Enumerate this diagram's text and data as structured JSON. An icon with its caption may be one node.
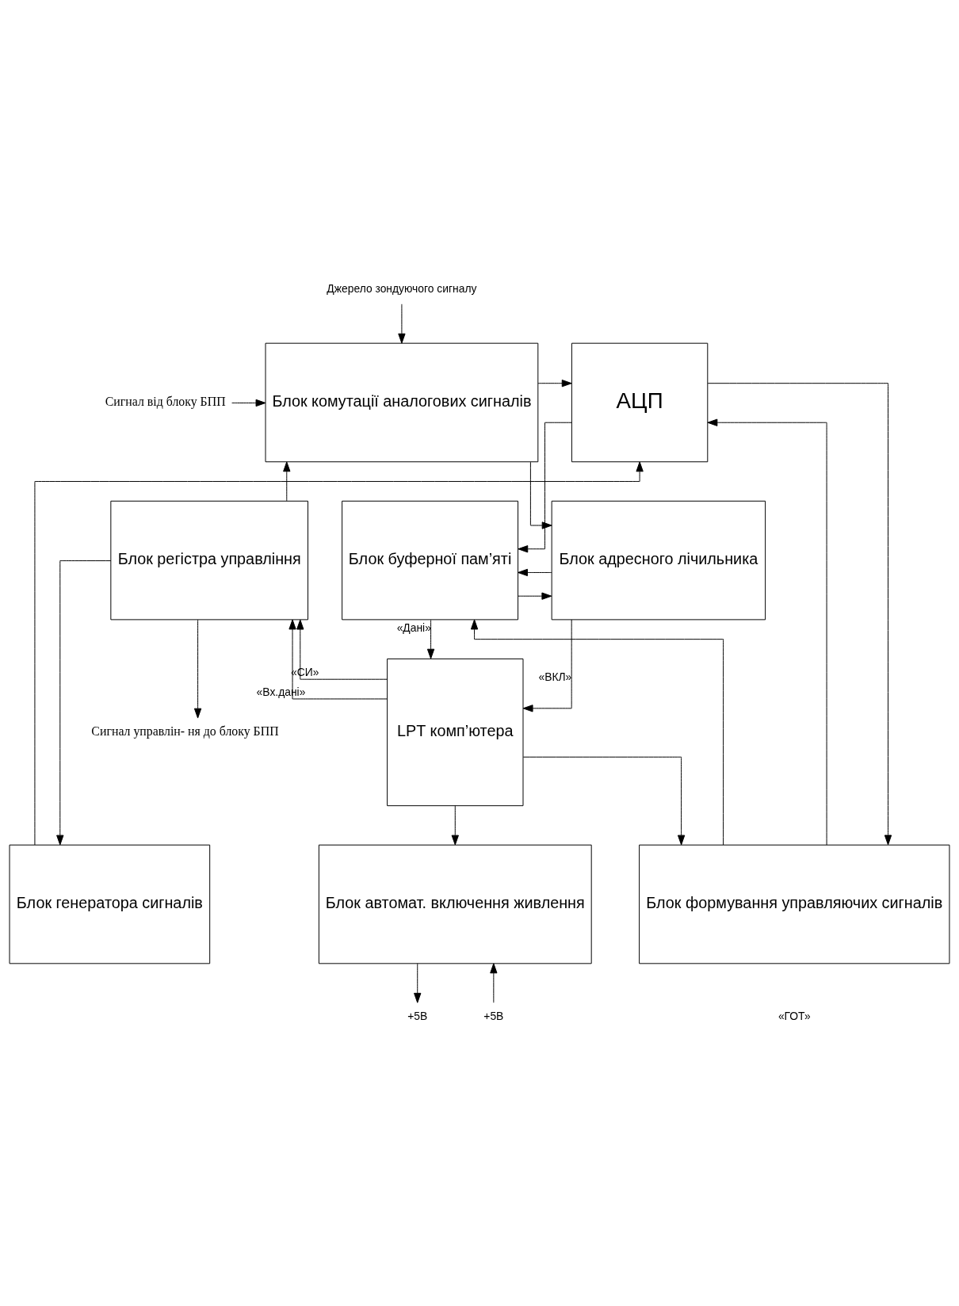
{
  "diagram": {
    "nodes": [
      {
        "text": [
          "Блок комутації аналогових сигналів"
        ]
      },
      {
        "text": [
          "АЦП"
        ]
      },
      {
        "text": [
          "Блок регістра управління"
        ]
      },
      {
        "text": [
          "Блок адресного лічильника"
        ]
      },
      {
        "text": [
          "Блок буферної пам’яті"
        ]
      },
      {
        "text": [
          "Блок генератора сигналів"
        ]
      },
      {
        "text": [
          "Блок формування управляючих сигналів"
        ]
      },
      {
        "text": [
          "Блок автомат. включення живлення"
        ]
      },
      {
        "text": [
          "LPT комп’ютера"
        ]
      },
      {
        "text": [
          "Джерело зондуючого сигналу"
        ]
      },
      {
        "text": [
          "Сигнал від блоку БПП"
        ]
      },
      {
        "text": [
          "Сигнал управлін- ня до блоку БПП"
        ]
      },
      {
        "text": [
          "+5В"
        ]
      },
      {
        "text": [
          "+5В"
        ]
      }
    ],
    "edges": [
      {
        "from": 9,
        "to": 0,
        "arrow": "to"
      },
      {
        "from": 10,
        "to": 0,
        "arrow": "to"
      },
      {
        "from": 0,
        "to": 1,
        "arrow": "to"
      },
      {
        "from": 2,
        "to": 11,
        "arrow": "to"
      },
      {
        "from": 2,
        "to": 0,
        "arrow": "to"
      },
      {
        "from": 5,
        "to": 1,
        "arrow": "to"
      },
      {
        "from": 1,
        "to": 6,
        "arrow": "to"
      },
      {
        "from": 1,
        "to": 4,
        "arrow": "to"
      },
      {
        "from": 0,
        "to": 3,
        "arrow": "to"
      },
      {
        "from": 3,
        "to": 4,
        "arrow": "to"
      },
      {
        "from": 4,
        "to": 3,
        "arrow": "to"
      },
      {
        "from": 2,
        "to": 5,
        "arrow": "to"
      },
      {
        "from": 6,
        "to": 4,
        "arrow": "to"
      },
      {
        "from": 6,
        "to": 1,
        "arrow": "to"
      },
      {
        "from": 3,
        "to": 8,
        "arrow": "to",
        "label": "«ВКЛ»"
      },
      {
        "from": 8,
        "to": 2,
        "arrow": "to",
        "label": "«СИ»"
      },
      {
        "from": 8,
        "to": 6,
        "arrow": "to"
      },
      {
        "from": 8,
        "to": 2,
        "arrow": "to",
        "label": "«Вх.дані»"
      },
      {
        "from": 8,
        "to": 7,
        "arrow": "to"
      },
      {
        "from": 4,
        "to": 8,
        "arrow": "to",
        "label": "«Дані»"
      },
      {
        "from": 7,
        "to": 12,
        "arrow": "to"
      },
      {
        "from": 13,
        "to": 7,
        "arrow": "to"
      }
    ],
    "labels": [
      "«ГОТ»"
    ]
  }
}
